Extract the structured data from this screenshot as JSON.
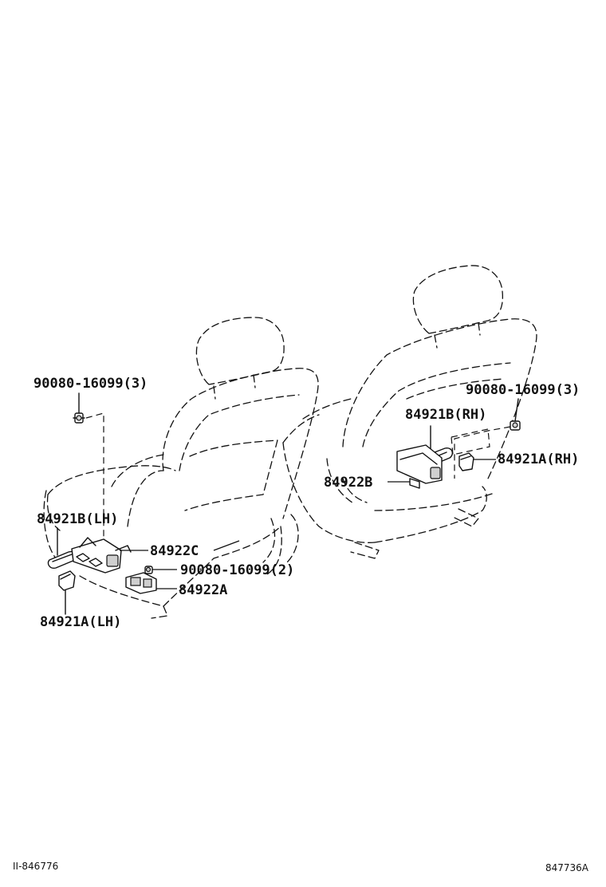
{
  "labels": {
    "bolt_lh": "90080-16099(3)",
    "knob_b_lh": "84921B(LH)",
    "switch_c": "84922C",
    "bolt_small": "90080-16099(2)",
    "switch_a": "84922A",
    "knob_a_lh": "84921A(LH)",
    "bolt_rh": "90080-16099(3)",
    "knob_b_rh": "84921B(RH)",
    "knob_a_rh": "84921A(RH)",
    "switch_b": "84922B"
  },
  "footer": {
    "left_code": "II-846776",
    "right_code": "847736A"
  }
}
